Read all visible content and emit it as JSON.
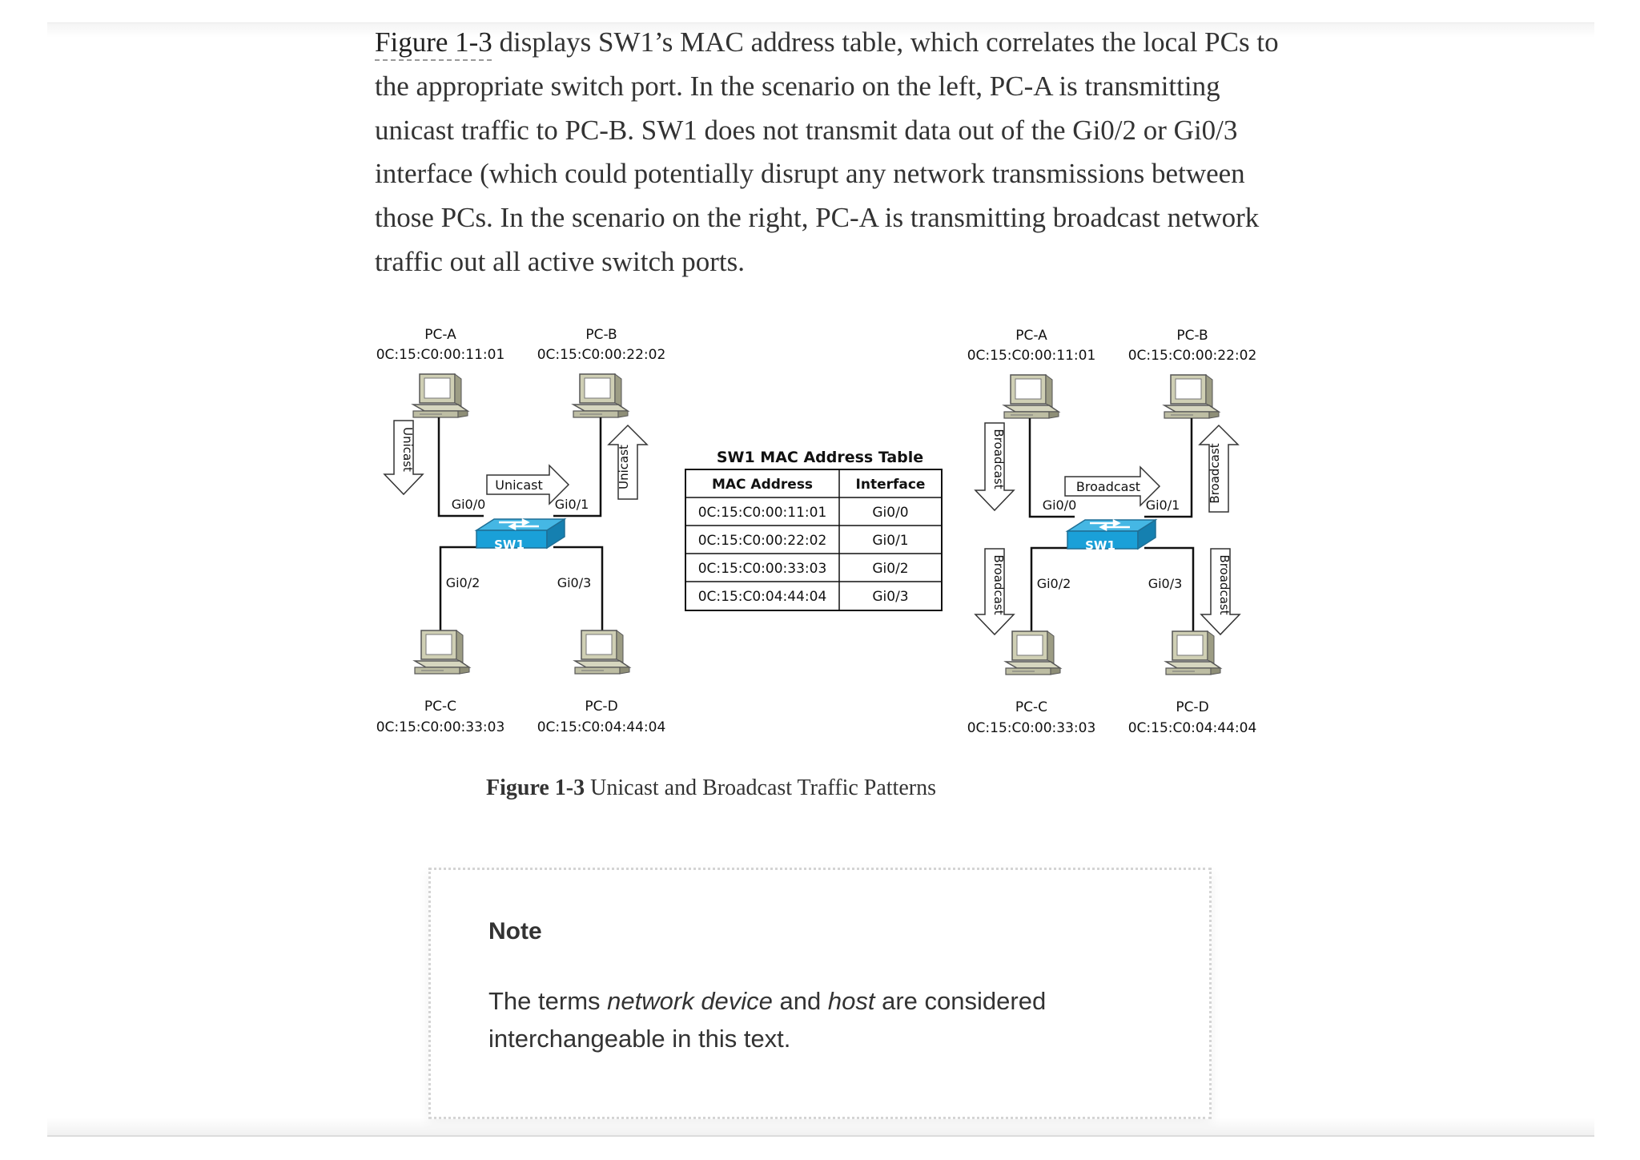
{
  "paragraph": {
    "figure_ref": "Figure 1-3",
    "text": " displays SW1’s MAC address table, which correlates the local PCs to the appropriate switch port. In the scenario on the left, PC-A is transmitting unicast traffic to PC-B. SW1 does not transmit data out of the Gi0/2 or Gi0/3 interface (which could potentially disrupt any network transmissions between those PCs. In the scenario on the right, PC-A is transmitting broadcast network traffic out all active switch ports."
  },
  "figure": {
    "hosts": {
      "pc_a": {
        "name": "PC-A",
        "mac": "0C:15:C0:00:11:01"
      },
      "pc_b": {
        "name": "PC-B",
        "mac": "0C:15:C0:00:22:02"
      },
      "pc_c": {
        "name": "PC-C",
        "mac": "0C:15:C0:00:33:03"
      },
      "pc_d": {
        "name": "PC-D",
        "mac": "0C:15:C0:04:44:04"
      }
    },
    "switch_label": "SW1",
    "ports": {
      "gi0_0": "Gi0/0",
      "gi0_1": "Gi0/1",
      "gi0_2": "Gi0/2",
      "gi0_3": "Gi0/3"
    },
    "unicast_label": "Unicast",
    "broadcast_label": "Broadcast",
    "table": {
      "title": "SW1 MAC Address Table",
      "headers": [
        "MAC Address",
        "Interface"
      ],
      "rows": [
        [
          "0C:15:C0:00:11:01",
          "Gi0/0"
        ],
        [
          "0C:15:C0:00:22:02",
          "Gi0/1"
        ],
        [
          "0C:15:C0:00:33:03",
          "Gi0/2"
        ],
        [
          "0C:15:C0:04:44:04",
          "Gi0/3"
        ]
      ]
    }
  },
  "caption": {
    "label": "Figure 1-3",
    "text": " Unicast and Broadcast Traffic Patterns"
  },
  "note": {
    "title": "Note",
    "body": {
      "t1": "The terms ",
      "em1": "network device",
      "t2": " and ",
      "em2": "host",
      "t3": " are considered interchangeable in this text."
    }
  },
  "colors": {
    "switch_blue": "#1aa0d8",
    "pc_beige": "#c9c9b0",
    "text": "#333333"
  }
}
